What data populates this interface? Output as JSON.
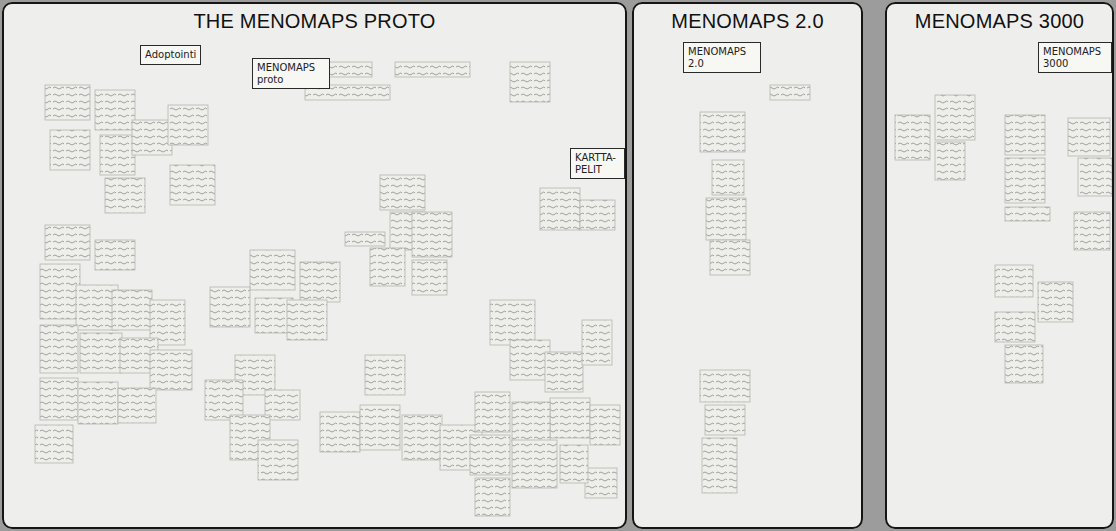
{
  "diagram": {
    "nodes": [
      {
        "text": [
          "THE MENOMAPS PROTO"
        ]
      },
      {
        "text": [
          "MENOMAPS 2.0"
        ]
      },
      {
        "text": [
          "MENOMAPS 3000"
        ]
      },
      {
        "text": [
          "Adoptointi"
        ],
        "in": 0
      },
      {
        "text": [
          "MENOMAPS proto"
        ],
        "in": 0
      },
      {
        "text": [
          "KARTTA-PELIT"
        ],
        "in": 0
      },
      {
        "text": [
          "MENOMAPS 2.0"
        ],
        "in": 1
      },
      {
        "text": [
          "MENOMAPS 3000"
        ],
        "in": 2
      }
    ]
  }
}
